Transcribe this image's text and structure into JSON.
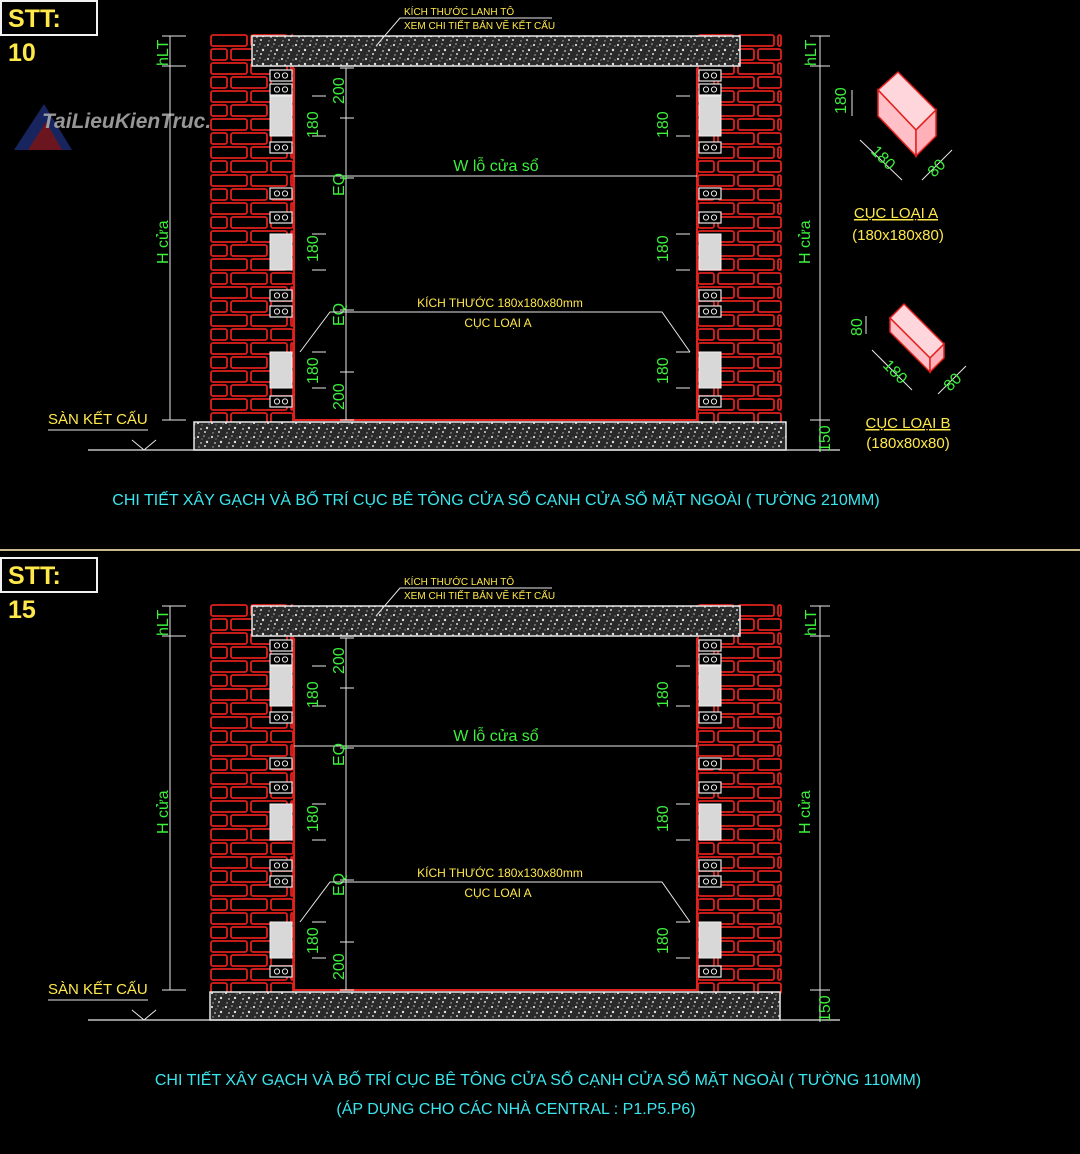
{
  "watermark": "TaiLieuKienTruc.Net",
  "common": {
    "lintel_note_1": "KÍCH THƯỚC LANH TÔ",
    "lintel_note_2": "XEM CHI TIẾT BẢN VẼ KẾT CẤU",
    "hLT": "hLT",
    "h_cua": "H cửa",
    "w_label": "W lỗ cửa sổ",
    "dim_200": "200",
    "dim_180": "180",
    "dim_eq": "EQ",
    "dim_150": "150",
    "slab_label": "SÀN KẾT CẤU",
    "block_type_label": "CỤC LOẠI A"
  },
  "panels": [
    {
      "stt": "STT: 10",
      "block_note": "KÍCH THƯỚC 180x180x80mm",
      "caption_1": "CHI TIẾT XÂY GẠCH VÀ BỐ TRÍ CỤC BÊ TÔNG CỬA SỔ CẠNH CỬA SỔ MẶT NGOÀI ( TƯỜNG 210MM)",
      "caption_2": ""
    },
    {
      "stt": "STT: 15",
      "block_note": "KÍCH THƯỚC 180x130x80mm",
      "caption_1": "CHI TIẾT XÂY GẠCH VÀ BỐ TRÍ CỤC BÊ TÔNG CỬA SỔ CẠNH CỬA SỔ MẶT NGOÀI ( TƯỜNG 110MM)",
      "caption_2": "(ÁP DỤNG CHO CÁC NHÀ CENTRAL : P1.P5.P6)"
    }
  ],
  "legend": {
    "block_a": {
      "title": "CỤC LOẠI A",
      "size": "(180x180x80)",
      "dim_h": "180",
      "dim_l": "180",
      "dim_w": "80"
    },
    "block_b": {
      "title": "CỤC LOẠI B",
      "size": "(180x80x80)",
      "dim_h": "80",
      "dim_l": "180",
      "dim_w": "80"
    }
  },
  "colors": {
    "brick": "#e0201c",
    "dimension": "#3cf03c",
    "caption": "#3ae6ee",
    "note": "#ffe84a",
    "concrete": "#c9c9c9"
  }
}
